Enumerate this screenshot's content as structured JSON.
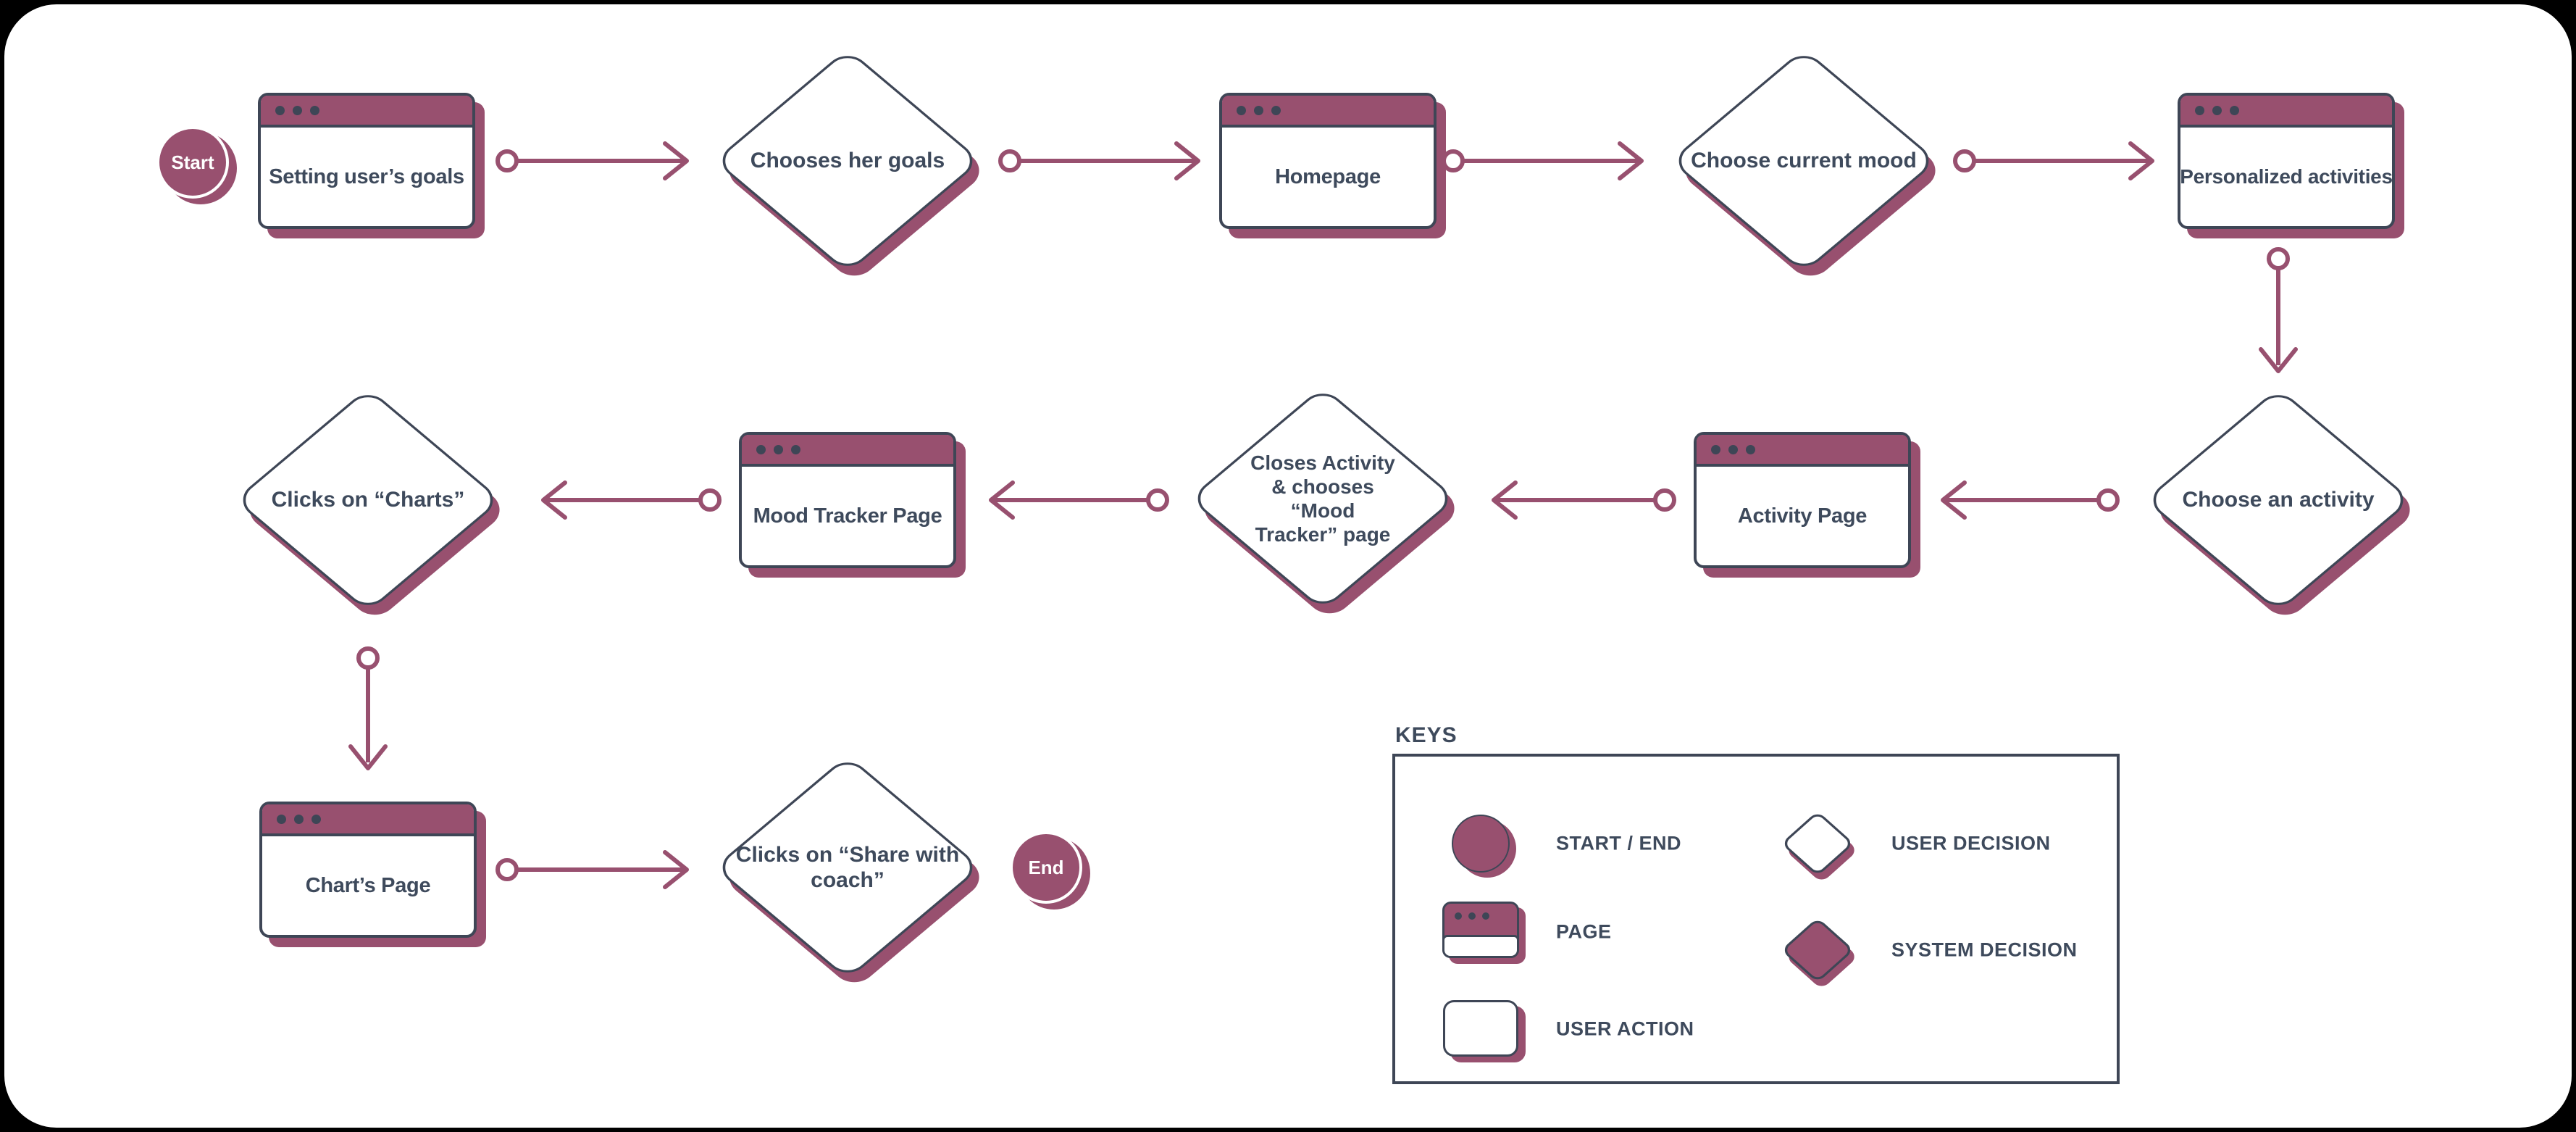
{
  "colors": {
    "accent_maroon": "#98506F",
    "outline_navy": "#3E4656",
    "text_navy": "#3E4A5C",
    "background": "#000000",
    "surface": "#FFFFFF"
  },
  "flow": {
    "start": "Start",
    "end": "End",
    "nodes": {
      "setting_goals": "Setting user’s goals",
      "chooses_goals": "Chooses her goals",
      "homepage": "Homepage",
      "choose_mood": "Choose current mood",
      "personalized_activities": "Personalized activities",
      "choose_activity": "Choose an activity",
      "activity_page": "Activity Page",
      "closes_activity": "Closes Activity & chooses “Mood Tracker” page",
      "mood_tracker": "Mood Tracker Page",
      "clicks_charts": "Clicks on “Charts”",
      "charts_page": "Chart’s Page",
      "clicks_share": "Clicks on “Share with coach”"
    },
    "node_types": {
      "setting_goals": "page",
      "chooses_goals": "user_decision",
      "homepage": "page",
      "choose_mood": "user_decision",
      "personalized_activities": "page",
      "choose_activity": "user_decision",
      "activity_page": "page",
      "closes_activity": "user_decision",
      "mood_tracker": "page",
      "clicks_charts": "user_decision",
      "charts_page": "page",
      "clicks_share": "user_decision"
    },
    "edges": [
      {
        "from": "setting_goals",
        "to": "chooses_goals"
      },
      {
        "from": "chooses_goals",
        "to": "homepage"
      },
      {
        "from": "homepage",
        "to": "choose_mood"
      },
      {
        "from": "choose_mood",
        "to": "personalized_activities"
      },
      {
        "from": "personalized_activities",
        "to": "choose_activity"
      },
      {
        "from": "choose_activity",
        "to": "activity_page"
      },
      {
        "from": "activity_page",
        "to": "closes_activity"
      },
      {
        "from": "closes_activity",
        "to": "mood_tracker"
      },
      {
        "from": "mood_tracker",
        "to": "clicks_charts"
      },
      {
        "from": "clicks_charts",
        "to": "charts_page"
      },
      {
        "from": "charts_page",
        "to": "clicks_share"
      }
    ]
  },
  "keys": {
    "title": "KEYS",
    "start_end": "START / END",
    "page": "PAGE",
    "user_action": "USER ACTION",
    "user_decision": "USER DECISION",
    "system_decision": "SYSTEM DECISION"
  }
}
